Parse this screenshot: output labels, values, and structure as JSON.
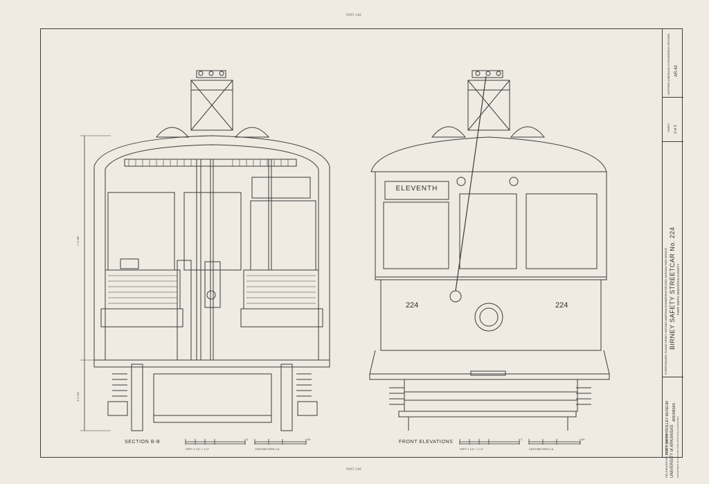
{
  "sheet": {
    "border_tick_top": "PRINT LINE",
    "border_tick_bottom": "PRINT LINE"
  },
  "drawing": {
    "section_caption": "SECTION B-B",
    "front_caption": "FRONT ELEVATIONS",
    "destination_sign": "ELEVENTH",
    "car_number_left": "224",
    "car_number_right": "224",
    "dimension_upper": "7'-5 3/8\"",
    "dimension_lower": "3'-6 1/4\"",
    "scale_feet_label": "FEET  1 1/2\" = 1'-0\"",
    "scale_cm_label": "CENTIMETERS  1:8",
    "scale_feet_end": "2",
    "scale_cm_end": "50"
  },
  "title_block": {
    "delineator": "DELINEATED BY: BURT E. PALOSKI",
    "university": "UNIVERSITY of ARKANSAS",
    "university_sub": "DEPARTMENT OF ARCHITECTURE  FAYETTEVILLE ARKANSAS",
    "owner": "FORT SMITH TROLLEY MUSEUM",
    "title": "BIRNEY SAFETY STREETCAR  No. 224",
    "location": "FORT SMITH        SEBASTIAN COUNTY",
    "state": "ARKANSAS",
    "survey_note": "IF REPRODUCED, PLEASE CREDIT: HISTORIC AMERICAN ENGINEERING RECORD, NATIONAL PARK SERVICE",
    "sheet_label": "SHEET",
    "sheet_number": "2 of 3",
    "record_name": "HISTORIC AMERICAN ENGINEERING RECORD",
    "record_number": "AR-42"
  }
}
